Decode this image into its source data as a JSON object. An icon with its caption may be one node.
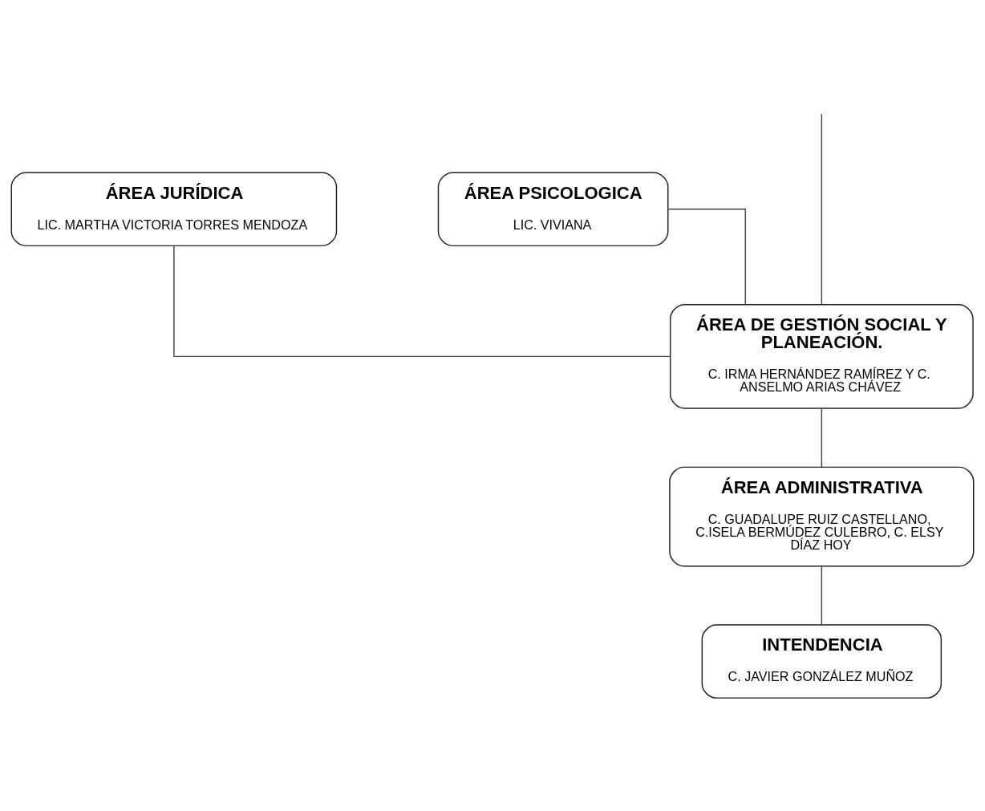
{
  "diagram": {
    "nodes": [
      {
        "text": [
          "ÁREA JURÍDICA",
          "LIC. MARTHA VICTORIA TORRES MENDOZA"
        ]
      },
      {
        "text": [
          "ÁREA PSICOLOGICA",
          "LIC. VIVIANA"
        ]
      },
      {
        "text": [
          "ÁREA DE GESTIÓN SOCIAL Y PLANEACIÓN.",
          "C. IRMA HERNÁNDEZ RAMÍREZ Y C. ANSELMO ARIAS CHÁVEZ"
        ]
      },
      {
        "text": [
          "ÁREA ADMINISTRATIVA",
          "C. GUADALUPE RUIZ CASTELLANO, C.ISELA BERMÚDEZ CULEBRO, C. ELSY DÍAZ HOY"
        ]
      },
      {
        "text": [
          "INTENDENCIA",
          "C. JAVIER GONZÁLEZ MUÑOZ"
        ]
      }
    ],
    "edges": [
      {
        "from": null,
        "to": 2,
        "arrow": "none"
      },
      {
        "from": 0,
        "to": 2,
        "arrow": "none"
      },
      {
        "from": 1,
        "to": 2,
        "arrow": "none"
      },
      {
        "from": 2,
        "to": 3,
        "arrow": "none"
      },
      {
        "from": 3,
        "to": 4,
        "arrow": "none"
      }
    ]
  }
}
